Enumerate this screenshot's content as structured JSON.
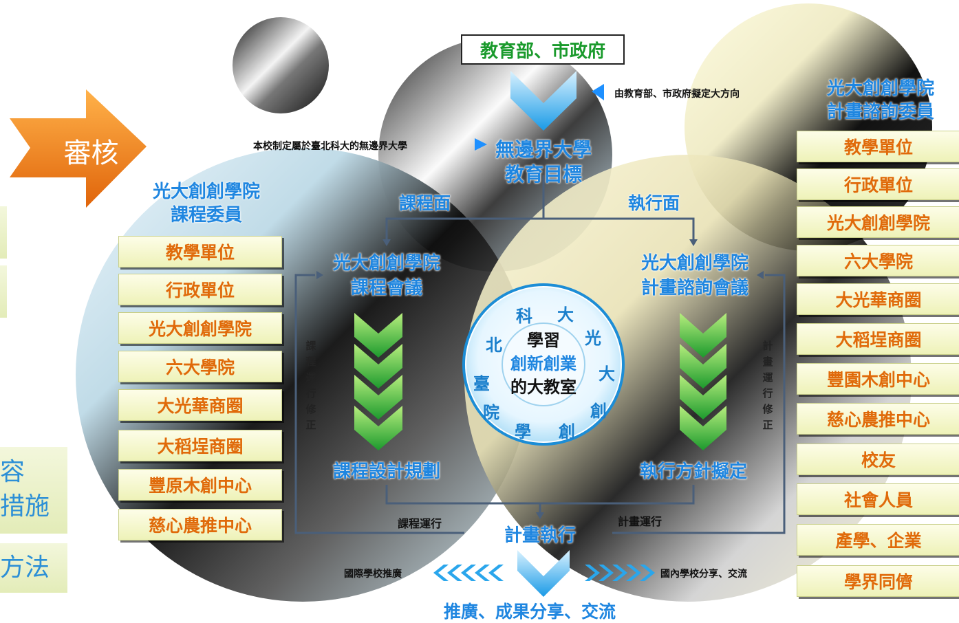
{
  "colors": {
    "orange": "#e06a0a",
    "blue": "#1f86e0",
    "green": "#1a9a2c"
  },
  "review_arrow": {
    "label": "審核"
  },
  "left_fragments": [
    "容",
    "措施",
    "方法"
  ],
  "top_authority": {
    "label": "教育部、市政府",
    "note": "由教育部、市政府擬定大方向"
  },
  "school_note": "本校制定屬於臺北科大的無邊界大學",
  "goal": {
    "line1": "無邊界大學",
    "line2": "教育目標"
  },
  "branch": {
    "course": "課程面",
    "execute": "執行面"
  },
  "curriculum_committee": {
    "title_line1": "光大創創學院",
    "title_line2": "課程委員",
    "members": [
      "教學單位",
      "行政單位",
      "光大創創學院",
      "六大學院",
      "大光華商圈",
      "大稻埕商圈",
      "豐原木創中心",
      "慈心農推中心"
    ]
  },
  "advisory_committee": {
    "title_line1": "光大創創學院",
    "title_line2": "計畫諮詢委員",
    "members": [
      "教學單位",
      "行政單位",
      "光大創創學院",
      "六大學院",
      "大光華商圈",
      "大稻埕商圈",
      "豐園木創中心",
      "慈心農推中心",
      "校友",
      "社會人員",
      "產學、企業",
      "學界同儕"
    ]
  },
  "course_meeting": {
    "line1": "光大創創學院",
    "line2": "課程會議"
  },
  "advisory_meeting": {
    "line1": "光大創創學院",
    "line2": "計畫諮詢會議"
  },
  "course_revision": "課程運行修正",
  "plan_revision": "計畫運行修正",
  "course_design": "課程設計規劃",
  "policy_draft": "執行方針擬定",
  "center_badge": {
    "ring_text": [
      "臺",
      "北",
      "科",
      "大",
      "光",
      "大",
      "創",
      "創",
      "學",
      "院"
    ],
    "line1": "學習",
    "line2": "創新創業",
    "line3": "的大教室"
  },
  "course_run": "課程運行",
  "plan_run": "計畫運行",
  "plan_execute": "計畫執行",
  "intl_promo": "國際學校推廣",
  "domestic_share": "國內學校分享、交流",
  "outcome": "推廣、成果分享、交流"
}
